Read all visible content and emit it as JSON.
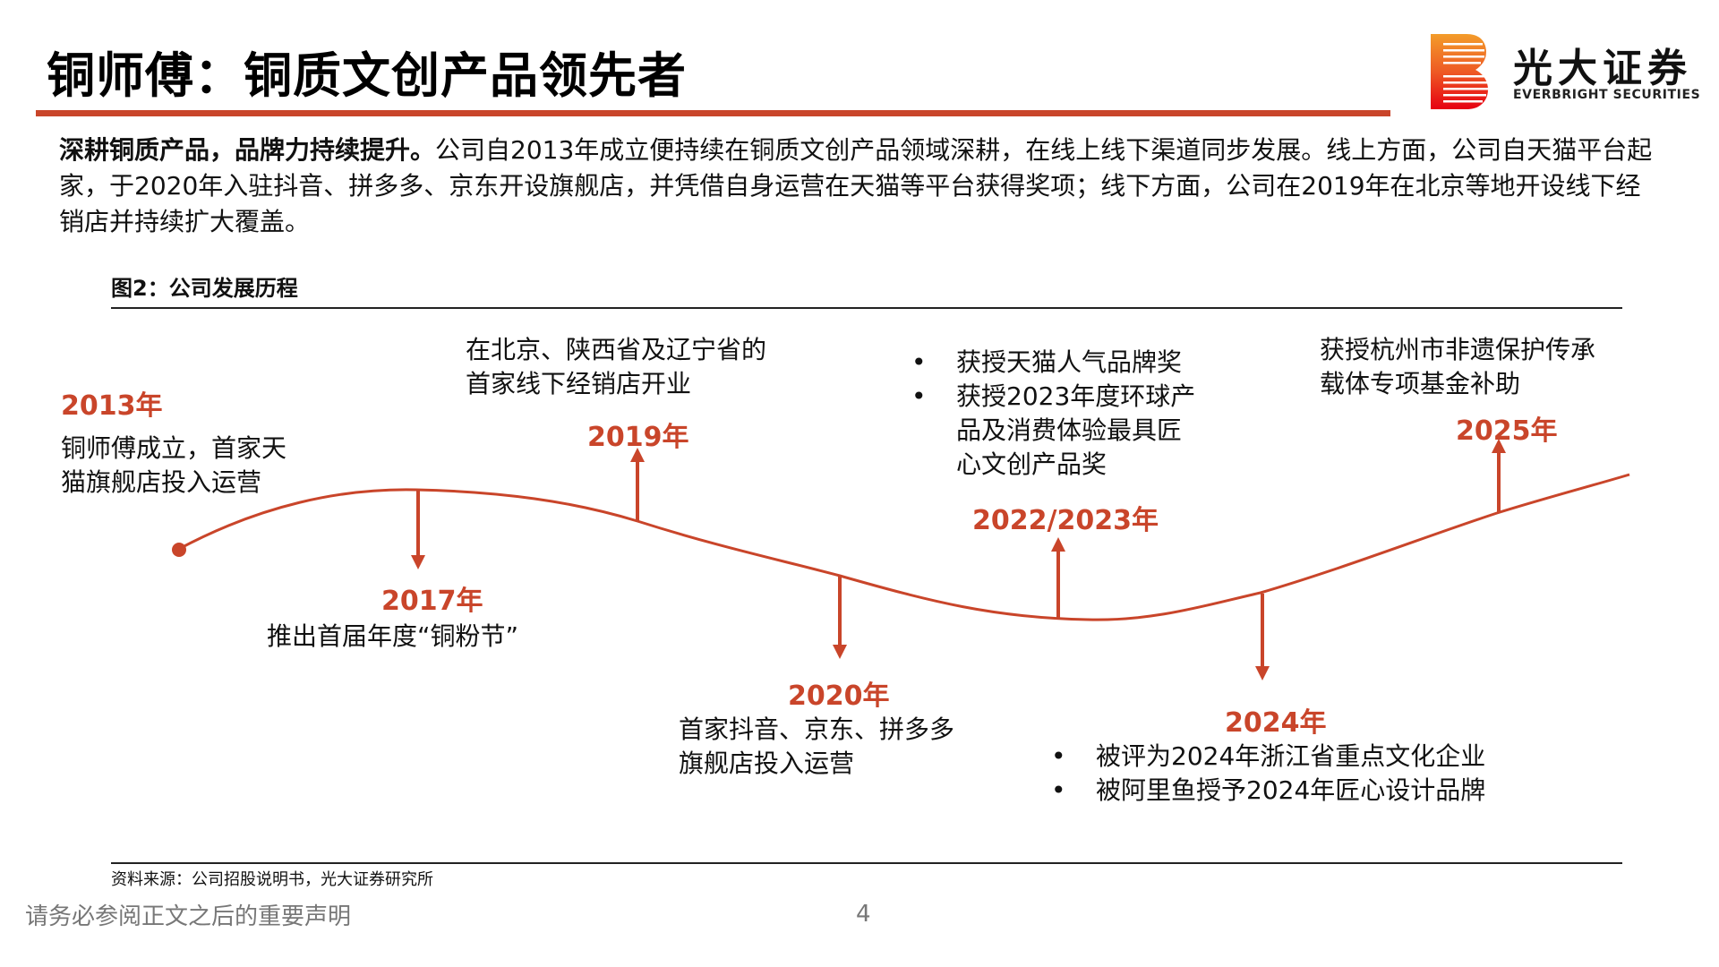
{
  "header": {
    "title": "铜师傅：铜质文创产品领先者",
    "logo": {
      "icon": "everbright-b-logo-icon",
      "name_cn": "光大证券",
      "name_en": "EVERBRIGHT SECURITIES"
    }
  },
  "intro": {
    "lead": "深耕铜质产品，品牌力持续提升。",
    "body": "公司自2013年成立便持续在铜质文创产品领域深耕，在线上线下渠道同步发展。线上方面，公司自天猫平台起家，于2020年入驻抖音、拼多多、京东开设旗舰店，并凭借自身运营在天猫等平台获得奖项；线下方面，公司在2019年在北京等地开设线下经销店并持续扩大覆盖。"
  },
  "figure": {
    "title": "图2：公司发展历程",
    "accent_color": "#c9452a",
    "milestones": [
      {
        "year": "2013年",
        "direction": "start",
        "lines": [
          "铜师傅成立，首家天",
          "猫旗舰店投入运营"
        ]
      },
      {
        "year": "2017年",
        "direction": "down",
        "lines": [
          "推出首届年度“铜粉节”"
        ]
      },
      {
        "year": "2019年",
        "direction": "up",
        "lines": [
          "在北京、陕西省及辽宁省的",
          "首家线下经销店开业"
        ]
      },
      {
        "year": "2020年",
        "direction": "down",
        "lines": [
          "首家抖音、京东、拼多多",
          "旗舰店投入运营"
        ]
      },
      {
        "year": "2022/2023年",
        "direction": "up",
        "bullets": [
          "获授天猫人气品牌奖",
          "获授2023年度环球产品及消费体验最具匠心文创产品奖"
        ],
        "bullet_lines": [
          [
            "获授天猫人气品牌奖"
          ],
          [
            "获授2023年度环球产",
            "品及消费体验最具匠",
            "心文创产品奖"
          ]
        ]
      },
      {
        "year": "2024年",
        "direction": "down",
        "bullets": [
          "被评为2024年浙江省重点文化企业",
          "被阿里鱼授予2024年匠心设计品牌"
        ]
      },
      {
        "year": "2025年",
        "direction": "up",
        "lines": [
          "获授杭州市非遗保护传承",
          "载体专项基金补助"
        ]
      }
    ],
    "source": "资料来源：公司招股说明书，光大证券研究所"
  },
  "footer": {
    "disclaimer": "请务必参阅正文之后的重要声明",
    "page_number": "4"
  }
}
